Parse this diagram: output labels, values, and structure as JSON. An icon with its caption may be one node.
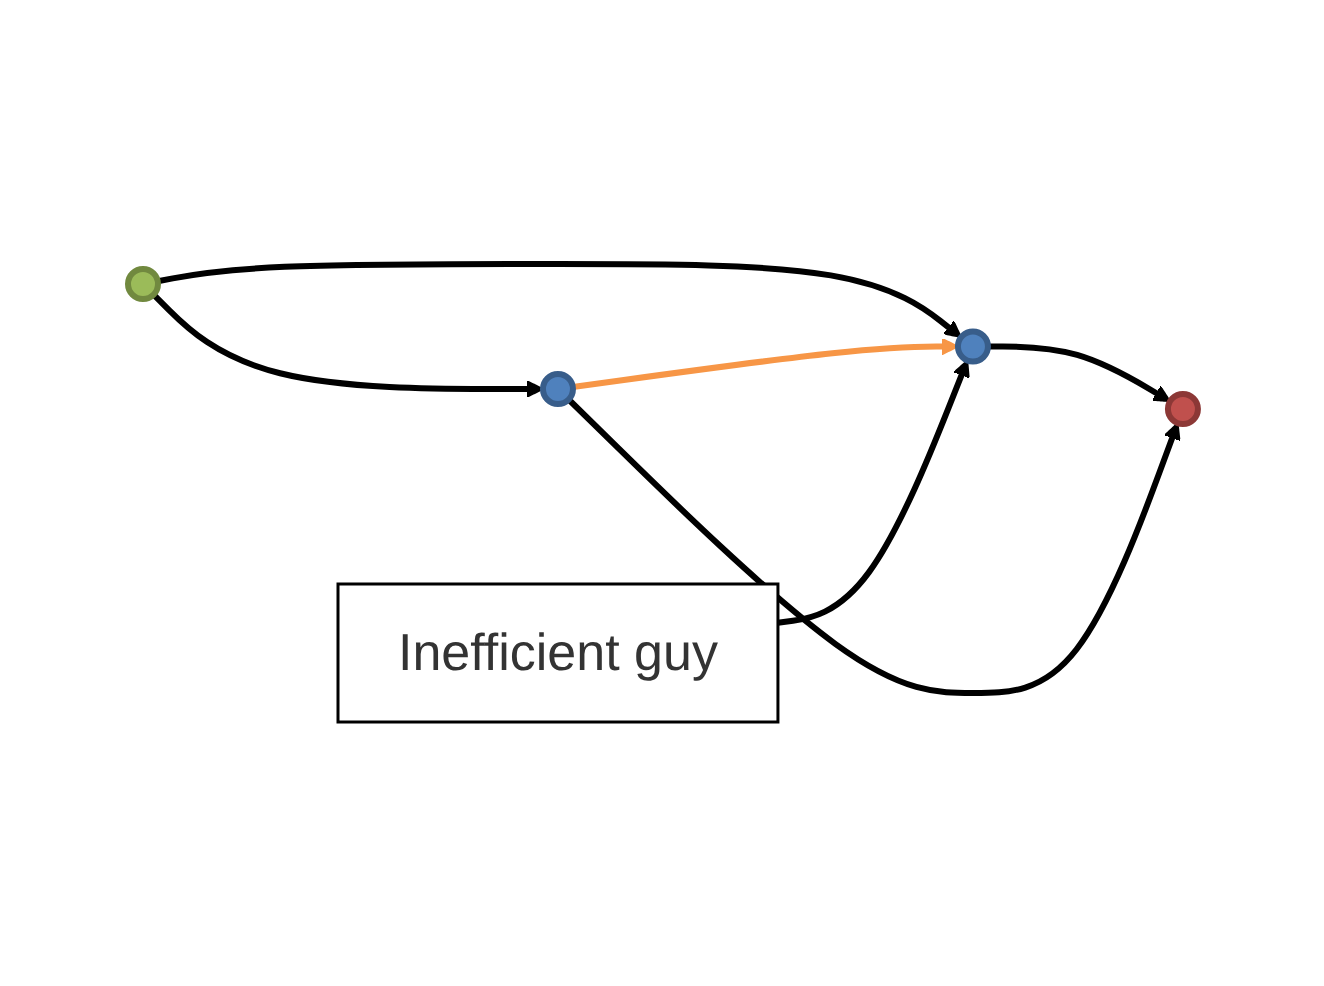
{
  "diagram": {
    "nodes": [
      {
        "text": [
          "Inefficient guy"
        ]
      },
      {
        "text": [],
        "shape": "circle"
      },
      {
        "text": [],
        "shape": "circle"
      },
      {
        "text": [],
        "shape": "circle"
      },
      {
        "text": [],
        "shape": "circle"
      }
    ],
    "edges": [
      {
        "from": 2,
        "to": 1,
        "arrow": "to"
      },
      {
        "from": 1,
        "to": 3,
        "arrow": "to"
      },
      {
        "from": 2,
        "to": 4,
        "arrow": "to"
      },
      {
        "from": 4,
        "to": 3,
        "arrow": "to"
      },
      {
        "from": 4,
        "to": 1,
        "arrow": "to",
        "color": "#f79646"
      },
      {
        "from": 0,
        "to": 1,
        "arrow": "to"
      }
    ]
  }
}
